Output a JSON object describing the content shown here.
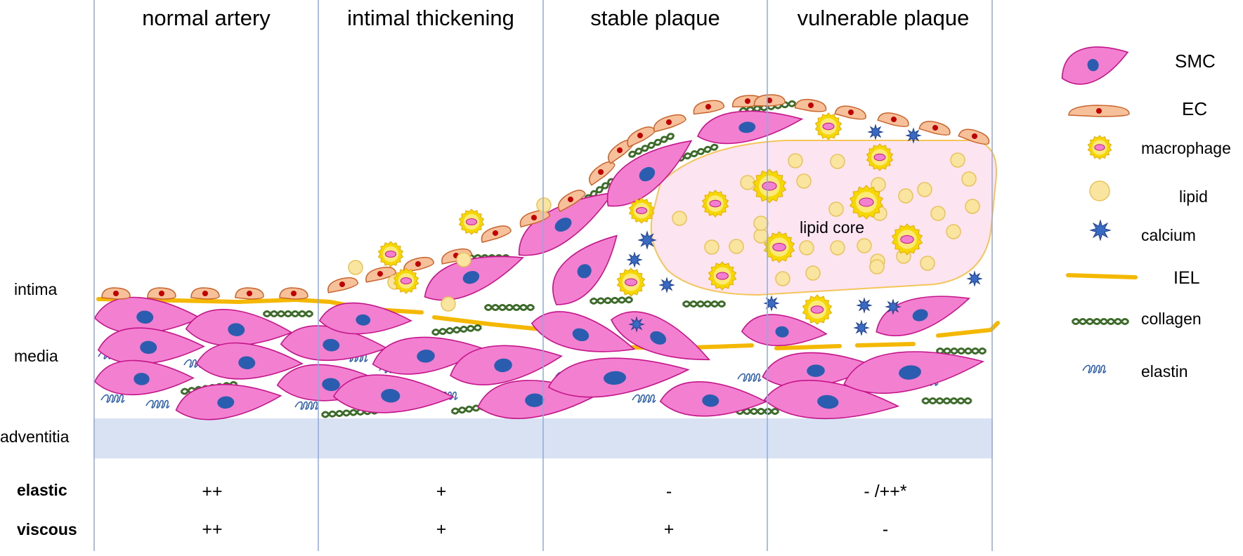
{
  "stages": [
    "normal artery",
    "intimal thickening",
    "stable plaque",
    "vulnerable plaque"
  ],
  "layers": [
    "intima",
    "media",
    "adventitia"
  ],
  "properties": [
    {
      "label": "elastic",
      "values": [
        "++",
        "+",
        "-",
        "- /++*"
      ]
    },
    {
      "label": "viscous",
      "values": [
        "++",
        "+",
        "+",
        "-"
      ]
    }
  ],
  "core_label": "lipid core",
  "legend": [
    {
      "key": "smc",
      "label": "SMC",
      "icon": "smc-cell-icon"
    },
    {
      "key": "ec",
      "label": "EC",
      "icon": "endothelial-cell-icon"
    },
    {
      "key": "macrophage",
      "label": "macrophage",
      "icon": "macrophage-icon"
    },
    {
      "key": "lipid",
      "label": "lipid",
      "icon": "lipid-droplet-icon"
    },
    {
      "key": "calcium",
      "label": "calcium",
      "icon": "calcium-star-icon"
    },
    {
      "key": "iel",
      "label": "IEL",
      "icon": "iel-band-icon"
    },
    {
      "key": "collagen",
      "label": "collagen",
      "icon": "collagen-fiber-icon"
    },
    {
      "key": "elastin",
      "label": "elastin",
      "icon": "elastin-coil-icon"
    }
  ],
  "colors": {
    "smc_fill": "#f27fcf",
    "smc_stroke": "#c4168a",
    "nucleus": "#2a5db0",
    "ec_fill": "#f6c09a",
    "ec_stroke": "#c9632a",
    "ec_nucleus": "#c00000",
    "macro_outer": "#f5d800",
    "macro_inner": "#fbe97a",
    "macro_nucleus": "#f27fcf",
    "lipid": "#f9e4a0",
    "lipid_stroke": "#e8c35a",
    "calcium": "#3a6bc4",
    "iel": "#f5b800",
    "collagen": "#3d6b2a",
    "elastin": "#2a5db0",
    "adventitia": "#d9e2f3",
    "divider": "#8faadc",
    "core_fill": "#fce4f0",
    "core_stroke": "#f5c55a"
  }
}
